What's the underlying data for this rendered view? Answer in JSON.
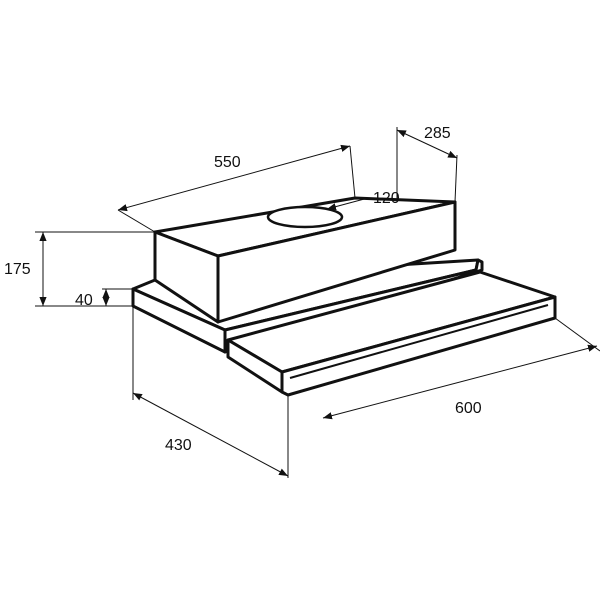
{
  "dimensions": {
    "width_top": "550",
    "depth_top": "285",
    "outlet_diameter": "120",
    "total_height": "175",
    "panel_height": "40",
    "depth_total": "430",
    "width_front": "600"
  },
  "colors": {
    "line": "#111111",
    "background": "#ffffff"
  }
}
